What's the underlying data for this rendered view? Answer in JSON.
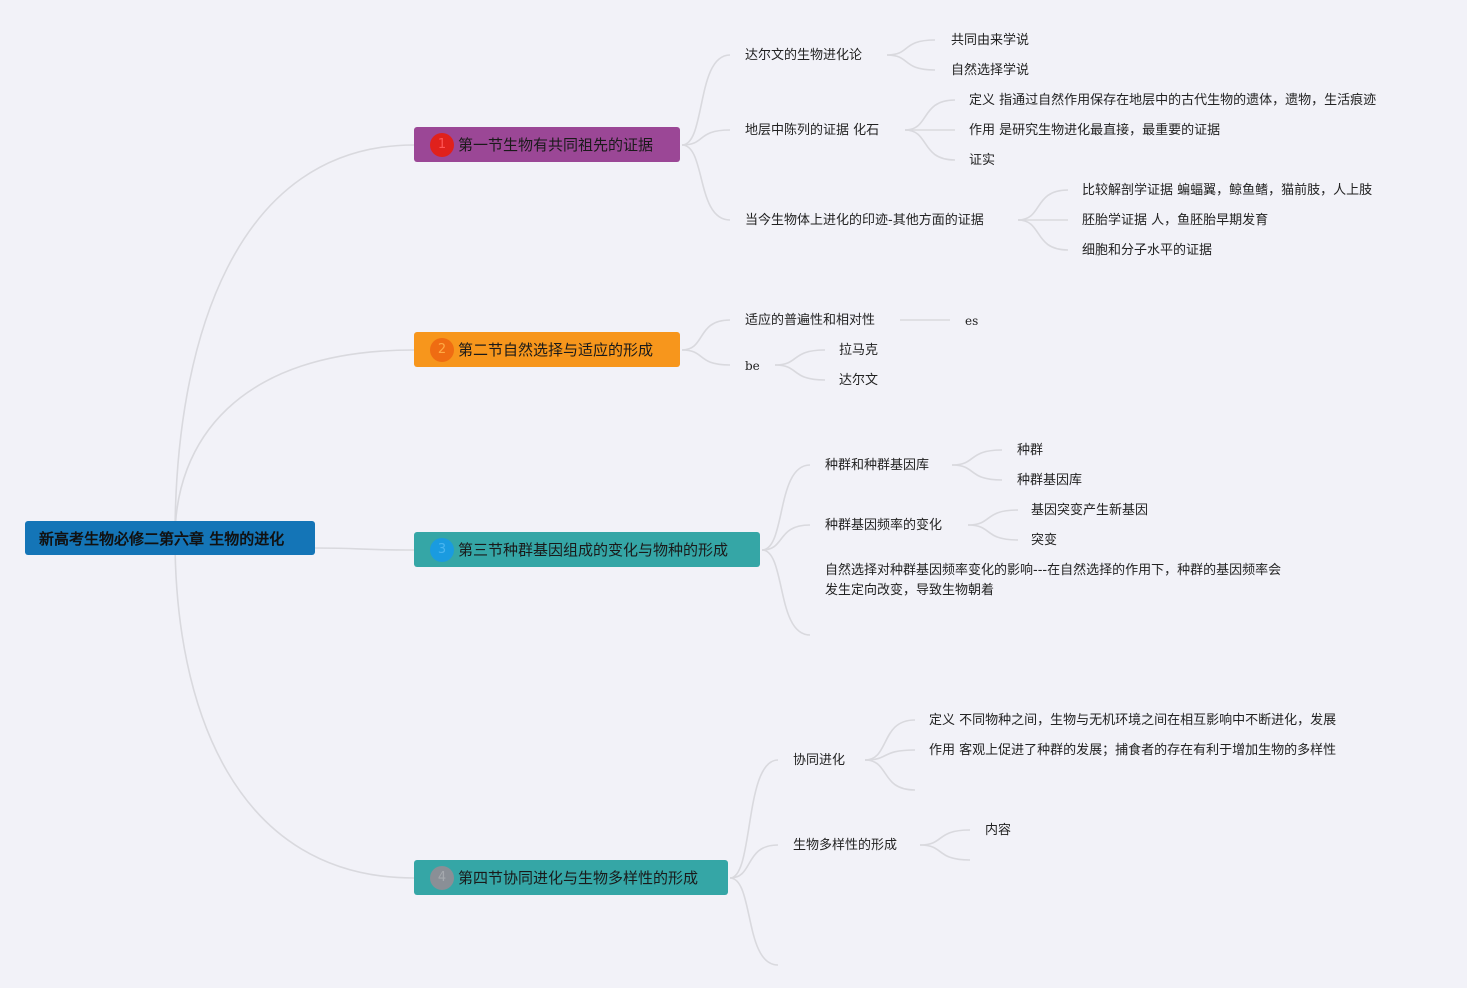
{
  "root": "新高考生物必修二第六章 生物的进化",
  "colors": {
    "s1": "#9b4796",
    "s2": "#f7961c",
    "s3": "#35a6a6",
    "s4": "#35a6a6",
    "root": "#1475b7"
  },
  "sections": [
    {
      "num": "1",
      "label": "第一节生物有共同祖先的证据",
      "badge": "#e0211c"
    },
    {
      "num": "2",
      "label": "第二节自然选择与适应的形成",
      "badge": "#ef6c12"
    },
    {
      "num": "3",
      "label": "第三节种群基因组成的变化与物种的形成",
      "badge": "#1a9be0"
    },
    {
      "num": "4",
      "label": "第四节协同进化与生物多样性的形成",
      "badge": "#8a8f96"
    }
  ],
  "s1": {
    "a": "达尔文的生物进化论",
    "a1": "共同由来学说",
    "a2": "自然选择学说",
    "b": "地层中陈列的证据 化石",
    "b1": "定义 指通过自然作用保存在地层中的古代生物的遗体，遗物，生活痕迹",
    "b2": "作用 是研究生物进化最直接，最重要的证据",
    "b3": "证实",
    "c": "当今生物体上进化的印迹-其他方面的证据",
    "c1": "比较解剖学证据 蝙蝠翼，鲸鱼鳍，猫前肢，人上肢",
    "c2": "胚胎学证据 人，鱼胚胎早期发育",
    "c3": "细胞和分子水平的证据"
  },
  "s2": {
    "a": "适应的普遍性和相对性",
    "a1": "es",
    "b": "be",
    "b1": "拉马克",
    "b2": "达尔文"
  },
  "s3": {
    "a": "种群和种群基因库",
    "a1": "种群",
    "a2": "种群基因库",
    "b": "种群基因频率的变化",
    "b1": "基因突变产生新基因",
    "b2": "突变",
    "c1": "自然选择对种群基因频率变化的影响---在自然选择的作用下，种群的基因频率会",
    "c2": "发生定向改变，导致生物朝着"
  },
  "s4": {
    "a": "协同进化",
    "a1": "定义 不同物种之间，生物与无机环境之间在相互影响中不断进化，发展",
    "a2": "作用 客观上促进了种群的发展；捕食者的存在有利于增加生物的多样性",
    "b": "生物多样性的形成",
    "b1": "内容"
  }
}
